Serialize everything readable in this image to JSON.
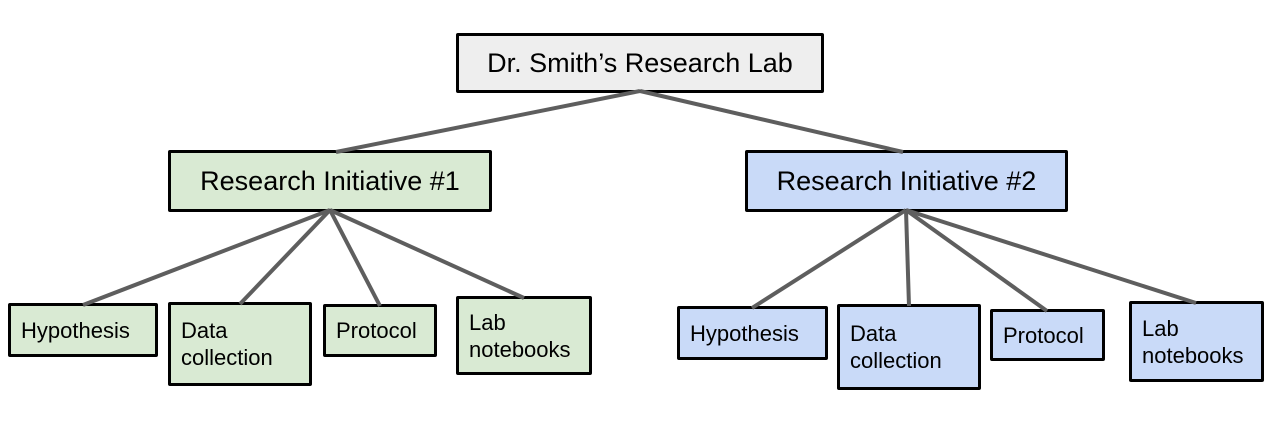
{
  "diagram": {
    "root": {
      "label": "Dr. Smith’s Research Lab",
      "fill": "#eeeeee"
    },
    "branches": [
      {
        "label": "Research Initiative #1",
        "fill": "#d9ead3",
        "children": [
          {
            "label": "Hypothesis"
          },
          {
            "label": "Data collection"
          },
          {
            "label": "Protocol"
          },
          {
            "label": "Lab notebooks"
          }
        ]
      },
      {
        "label": "Research Initiative #2",
        "fill": "#c9daf8",
        "children": [
          {
            "label": "Hypothesis"
          },
          {
            "label": "Data collection"
          },
          {
            "label": "Protocol"
          },
          {
            "label": "Lab notebooks"
          }
        ]
      }
    ],
    "colors": {
      "border": "#000000",
      "connector": "#5e5e5e",
      "background": "#ffffff"
    }
  }
}
